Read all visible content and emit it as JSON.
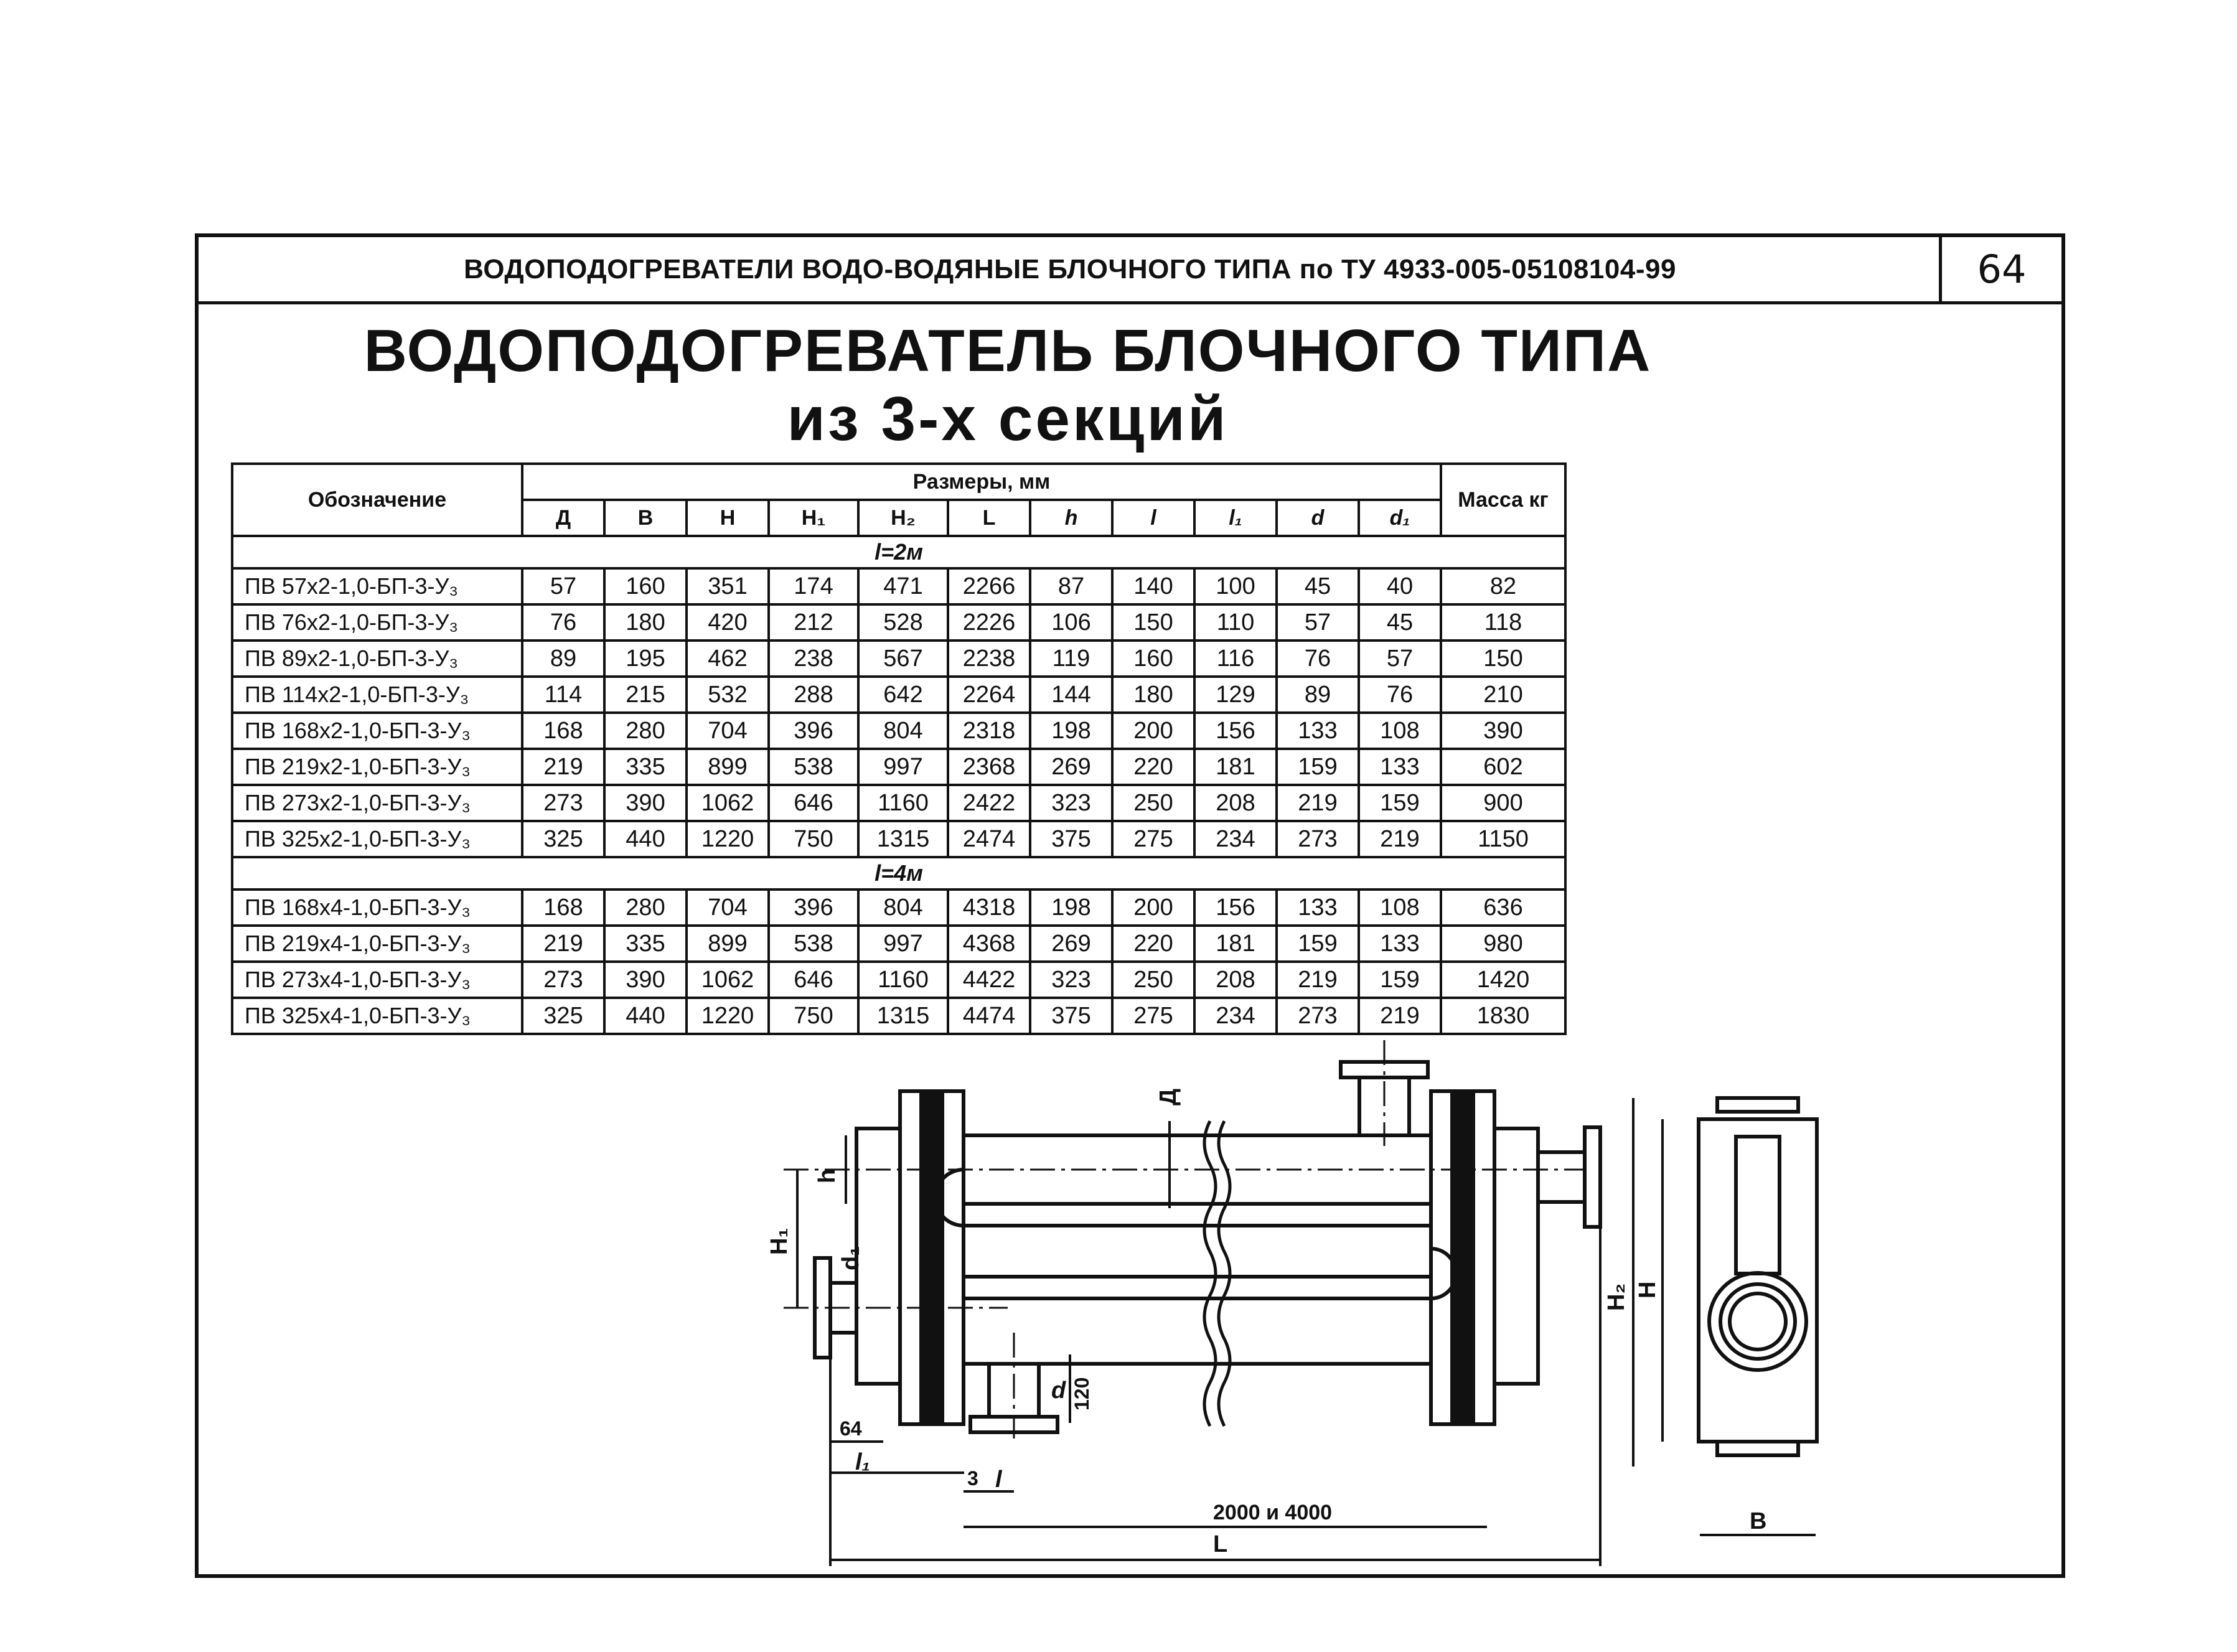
{
  "header": {
    "title": "ВОДОПОДОГРЕВАТЕЛИ ВОДО-ВОДЯНЫЕ БЛОЧНОГО ТИПА по ТУ 4933-005-05108104-99",
    "page_number": "64"
  },
  "main_title": "ВОДОПОДОГРЕВАТЕЛЬ БЛОЧНОГО ТИПА",
  "sub_title": "из 3-х секций",
  "table": {
    "col_designation": "Обозначение",
    "col_sizes": "Размеры, мм",
    "col_mass": "Масса кг",
    "dims": [
      "Д",
      "B",
      "H",
      "H₁",
      "H₂",
      "L",
      "h",
      "l",
      "l₁",
      "d",
      "d₁"
    ],
    "section_1": "l=2м",
    "section_2": "l=4м",
    "rows_2m": [
      [
        "ПВ 57x2-1,0-БП-3-У₃",
        "57",
        "160",
        "351",
        "174",
        "471",
        "2266",
        "87",
        "140",
        "100",
        "45",
        "40",
        "82"
      ],
      [
        "ПВ 76x2-1,0-БП-3-У₃",
        "76",
        "180",
        "420",
        "212",
        "528",
        "2226",
        "106",
        "150",
        "110",
        "57",
        "45",
        "118"
      ],
      [
        "ПВ 89x2-1,0-БП-3-У₃",
        "89",
        "195",
        "462",
        "238",
        "567",
        "2238",
        "119",
        "160",
        "116",
        "76",
        "57",
        "150"
      ],
      [
        "ПВ 114x2-1,0-БП-3-У₃",
        "114",
        "215",
        "532",
        "288",
        "642",
        "2264",
        "144",
        "180",
        "129",
        "89",
        "76",
        "210"
      ],
      [
        "ПВ 168x2-1,0-БП-3-У₃",
        "168",
        "280",
        "704",
        "396",
        "804",
        "2318",
        "198",
        "200",
        "156",
        "133",
        "108",
        "390"
      ],
      [
        "ПВ 219x2-1,0-БП-3-У₃",
        "219",
        "335",
        "899",
        "538",
        "997",
        "2368",
        "269",
        "220",
        "181",
        "159",
        "133",
        "602"
      ],
      [
        "ПВ 273x2-1,0-БП-3-У₃",
        "273",
        "390",
        "1062",
        "646",
        "1160",
        "2422",
        "323",
        "250",
        "208",
        "219",
        "159",
        "900"
      ],
      [
        "ПВ 325x2-1,0-БП-3-У₃",
        "325",
        "440",
        "1220",
        "750",
        "1315",
        "2474",
        "375",
        "275",
        "234",
        "273",
        "219",
        "1150"
      ]
    ],
    "rows_4m": [
      [
        "ПВ 168x4-1,0-БП-3-У₃",
        "168",
        "280",
        "704",
        "396",
        "804",
        "4318",
        "198",
        "200",
        "156",
        "133",
        "108",
        "636"
      ],
      [
        "ПВ 219x4-1,0-БП-3-У₃",
        "219",
        "335",
        "899",
        "538",
        "997",
        "4368",
        "269",
        "220",
        "181",
        "159",
        "133",
        "980"
      ],
      [
        "ПВ 273x4-1,0-БП-3-У₃",
        "273",
        "390",
        "1062",
        "646",
        "1160",
        "4422",
        "323",
        "250",
        "208",
        "219",
        "159",
        "1420"
      ],
      [
        "ПВ 325x4-1,0-БП-3-У₃",
        "325",
        "440",
        "1220",
        "750",
        "1315",
        "4474",
        "375",
        "275",
        "234",
        "273",
        "219",
        "1830"
      ]
    ]
  },
  "drawing_labels": {
    "D": "Д",
    "h": "h",
    "H1": "H₁",
    "d1": "d₁",
    "d": "d",
    "dim_120": "120",
    "dim_64": "64",
    "l1": "l₁",
    "dim_3": "3",
    "l": "l",
    "length": "2000 и 4000",
    "L": "L",
    "H2": "H₂",
    "H": "H",
    "B": "B"
  }
}
